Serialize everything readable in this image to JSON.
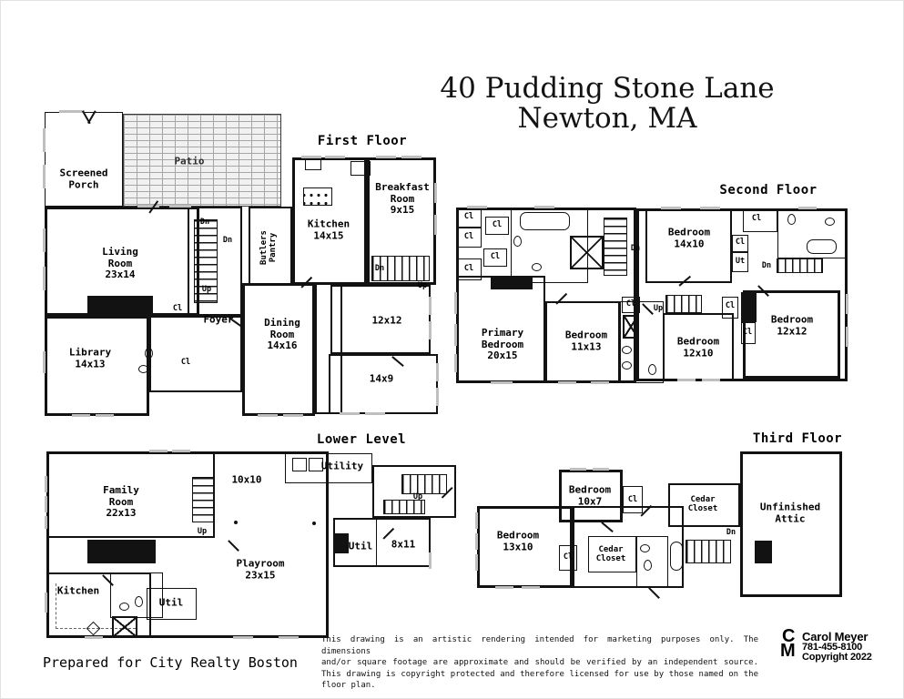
{
  "page_title": {
    "line1": "40 Pudding Stone Lane",
    "line2": "Newton, MA"
  },
  "floors": {
    "first": {
      "title": "First Floor",
      "rooms": {
        "screened_porch": "Screened\nPorch",
        "patio": "Patio",
        "living_room": "Living\nRoom\n23x14",
        "library": "Library\n14x13",
        "foyer": "Foyer",
        "dining_room": "Dining\nRoom\n14x16",
        "butlers_pantry": "Butlers\nPantry",
        "kitchen": "Kitchen\n14x15",
        "breakfast_room": "Breakfast\nRoom\n9x15",
        "room_12x12": "12x12",
        "room_14x9": "14x9"
      }
    },
    "second": {
      "title": "Second Floor",
      "rooms": {
        "primary_bedroom": "Primary\nBedroom\n20x15",
        "bedroom_11x13": "Bedroom\n11x13",
        "bedroom_14x10": "Bedroom\n14x10",
        "bedroom_12x10": "Bedroom\n12x10",
        "bedroom_12x12": "Bedroom\n12x12"
      }
    },
    "lower": {
      "title": "Lower Level",
      "rooms": {
        "family_room": "Family\nRoom\n22x13",
        "room_10x10": "10x10",
        "utility": "Utility",
        "playroom": "Playroom\n23x15",
        "util_a": "Util",
        "room_8x11": "8x11",
        "kitchen": "Kitchen",
        "util_b": "Util"
      }
    },
    "third": {
      "title": "Third Floor",
      "rooms": {
        "bedroom_10x7": "Bedroom\n10x7",
        "bedroom_13x10": "Bedroom\n13x10",
        "cedar_closet_a": "Cedar\nCloset",
        "cedar_closet_b": "Cedar\nCloset",
        "unfinished_attic": "Unfinished\nAttic"
      }
    }
  },
  "glyphs": {
    "dn": "Dn",
    "up": "Up",
    "cl": "Cl",
    "ut": "Ut"
  },
  "footer": {
    "prepared_for": "Prepared for City Realty Boston",
    "disclaimer_lines": [
      "This drawing is an artistic rendering intended for marketing purposes only.  The dimensions",
      "and/or square footage are approximate and should be verified by an independent source.",
      "This drawing is copyright protected and therefore licensed for use by those named on the",
      "floor plan."
    ],
    "logo": {
      "initial_c": "C",
      "initial_m": "M",
      "name": "Carol Meyer",
      "phone": "781-455-8100",
      "copyright": "Copyright 2022"
    }
  }
}
